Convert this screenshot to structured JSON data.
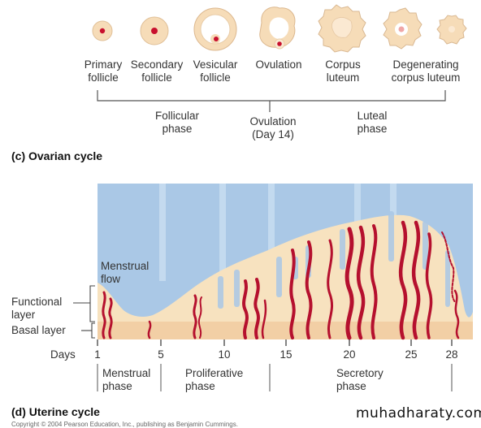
{
  "ovarian": {
    "stages": [
      {
        "name": "Primary\nfollicle"
      },
      {
        "name": "Secondary\nfollicle"
      },
      {
        "name": "Vesicular\nfollicle"
      },
      {
        "name": "Ovulation"
      },
      {
        "name": "Corpus\nluteum"
      },
      {
        "name": "Degenerating\ncorpus luteum"
      }
    ],
    "phases": {
      "follicular": "Follicular\nphase",
      "ovulation": "Ovulation\n(Day 14)",
      "luteal": "Luteal\nphase"
    },
    "title": "(c) Ovarian cycle"
  },
  "uterine": {
    "labels": {
      "menstrual_flow": "Menstrual\nflow",
      "functional_layer": "Functional\nlayer",
      "basal_layer": "Basal layer"
    },
    "days_label": "Days",
    "day_ticks": [
      "1",
      "5",
      "10",
      "15",
      "20",
      "25",
      "28"
    ],
    "phases": {
      "menstrual": "Menstrual\nphase",
      "proliferative": "Proliferative\nphase",
      "secretory": "Secretory\nphase"
    },
    "title": "(d) Uterine cycle"
  },
  "colors": {
    "follicle_fill": "#f6dcb8",
    "follicle_edge": "#d9b892",
    "oocyte": "#c8102e",
    "uterine_bg": "#aac8e6",
    "endometrium": "#f7e2bf",
    "basal": "#f2cfa5",
    "vessel": "#b5102e"
  },
  "watermark": "muhadharaty.com",
  "copyright": "Copyright © 2004 Pearson Education, Inc., publishing as Benjamin Cummings."
}
